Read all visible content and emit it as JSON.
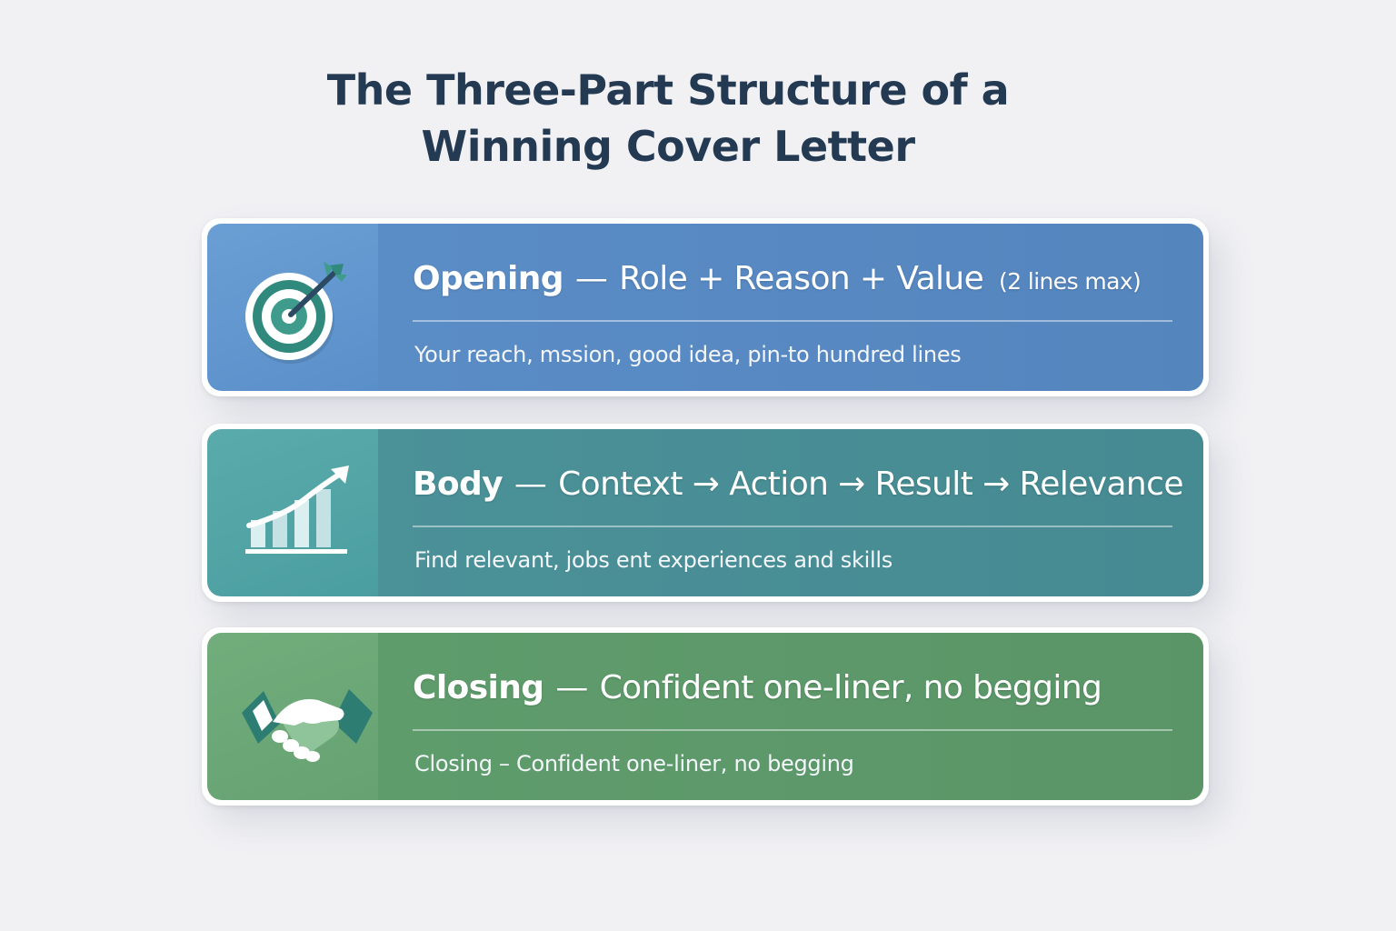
{
  "title": {
    "line1": "The Three-Part Structure of a",
    "line2": "Winning Cover Letter"
  },
  "sections": [
    {
      "icon": "target-icon",
      "heading_lead": "Opening",
      "heading_dash": "—",
      "heading_rest": "Role + Reason + Value",
      "heading_note": "(2 lines max)",
      "subtext": "Your reach, mssion, good idea, pin-to hundred lines",
      "panel_color": "#6a9fd4",
      "content_color": "#5a8cc6"
    },
    {
      "icon": "growth-chart-icon",
      "heading_lead": "Body",
      "heading_dash": "—",
      "heading_rest": "Context → Action → Result → Relevance",
      "heading_note": "",
      "subtext": "Find relevant, jobs ent experiences and skills",
      "panel_color": "#5aabab",
      "content_color": "#4b9198"
    },
    {
      "icon": "handshake-icon",
      "heading_lead": "Closing",
      "heading_dash": "—",
      "heading_rest": "Confident one-liner, no begging",
      "heading_note": "",
      "subtext": "Closing – Confident one-liner, no begging",
      "panel_color": "#72ad7c",
      "content_color": "#5f9c6c"
    }
  ]
}
